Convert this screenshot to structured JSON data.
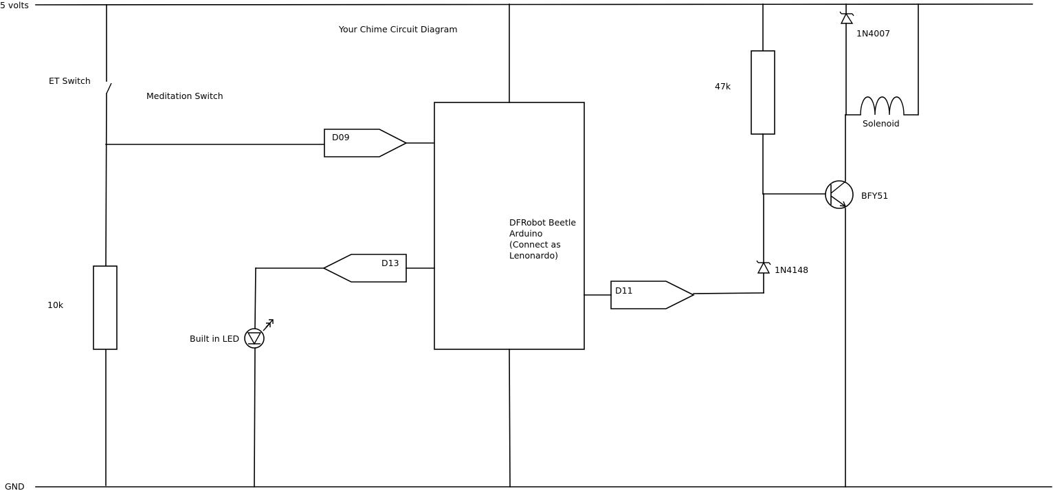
{
  "diagram": {
    "title": "Your Chime Circuit Diagram",
    "rails": {
      "supply": "5 volts",
      "ground": "GND"
    },
    "components": {
      "et_switch": "ET Switch",
      "meditation_switch": "Meditation Switch",
      "pulldown_resistor": "10k",
      "base_resistor": "47k",
      "led": "Built in LED",
      "transistor": "BFY51",
      "signal_diode": "1N4148",
      "flyback_diode": "1N4007",
      "solenoid": "Solenoid",
      "microcontroller": [
        "DFRobot Beetle",
        "Arduino",
        "(Connect as",
        "Lenonardo)"
      ]
    },
    "pins": {
      "d09": "D09",
      "d13": "D13",
      "d11": "D11"
    }
  }
}
